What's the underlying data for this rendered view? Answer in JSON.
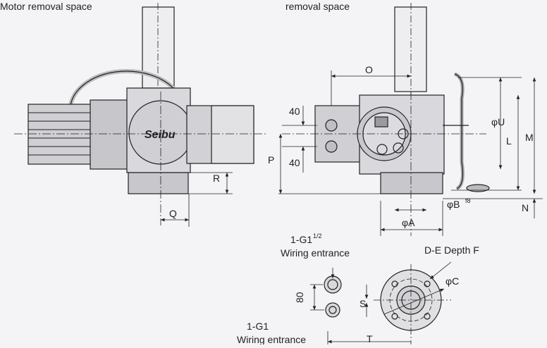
{
  "labels": {
    "motor_removal_space": "Motor removal space",
    "removal_space": "removal space",
    "dim_O": "O",
    "dim_40_top": "40",
    "dim_40_bottom": "40",
    "dim_P": "P",
    "dim_R": "R",
    "dim_Q": "Q",
    "dim_phiU": "φU",
    "dim_L": "L",
    "dim_M": "M",
    "dim_N": "N",
    "dim_phiB": "φB",
    "dim_phiB_sup": "f8",
    "dim_phiA": "φA",
    "g1_half_label": "1-G1",
    "g1_half_sup": "1/2",
    "wiring_entrance_top": "Wiring entrance",
    "g1_label": "1-G1",
    "wiring_entrance_bottom": "Wiring entrance",
    "dim_80": "80",
    "dim_S": "S",
    "dim_T": "T",
    "depth_label": "D-E Depth F",
    "dim_phiC": "φC",
    "brand": "Seibu"
  },
  "colors": {
    "line": "#222222",
    "body_fill": "#d9d9dd",
    "dark_fill": "#9a9aa0",
    "background": "#f4f4f6"
  }
}
